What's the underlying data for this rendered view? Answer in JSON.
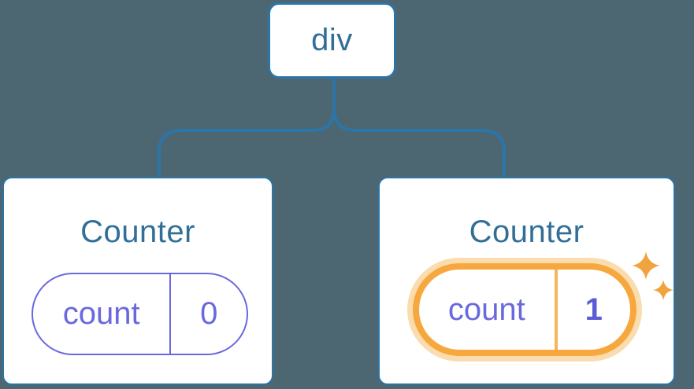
{
  "diagram": {
    "root": {
      "label": "div"
    },
    "children": [
      {
        "title": "Counter",
        "state": {
          "key": "count",
          "value": "0"
        },
        "highlighted": false
      },
      {
        "title": "Counter",
        "state": {
          "key": "count",
          "value": "1"
        },
        "highlighted": true
      }
    ]
  },
  "colors": {
    "background": "#4d6772",
    "line_blue": "#2b75a9",
    "node_border_blue": "#2b74a6",
    "text_blue": "#326f97",
    "purple": "#6a68de",
    "value_purple": "#5b5cd6",
    "orange": "#f6a83e",
    "orange_halo": "#fbdcae",
    "orange_divider": "#f8b45c",
    "sparkle": "#f1a43d",
    "card_bg": "#ffffff"
  }
}
